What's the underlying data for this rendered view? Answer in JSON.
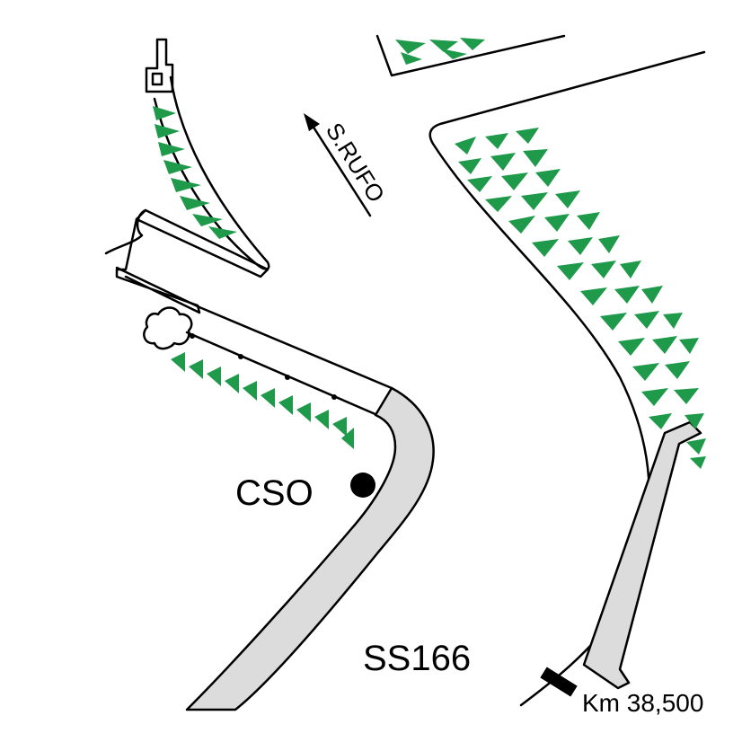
{
  "labels": {
    "direction": "S.RUFO",
    "station": "CSO",
    "road": "SS166",
    "km": "Km 38,500"
  },
  "colors": {
    "vegetation": "#1f9a4b",
    "road_fill": "#dcdcdc",
    "outline": "#000000",
    "background": "#ffffff"
  },
  "icons": {
    "direction": "arrow-up-left-icon",
    "station": "station-dot-icon",
    "tree": "tree-icon",
    "km_marker": "km-marker-icon"
  }
}
